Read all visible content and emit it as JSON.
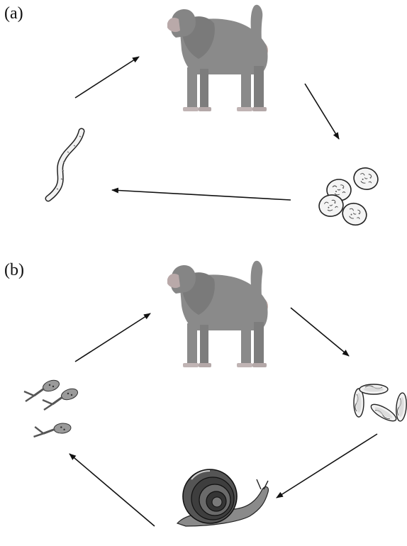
{
  "panels": [
    {
      "label": "(a)",
      "cycle": [
        "baboon",
        "eggs",
        "larva"
      ]
    },
    {
      "label": "(b)",
      "cycle": [
        "baboon",
        "eggs",
        "snail",
        "cercariae"
      ]
    }
  ],
  "colors": {
    "animal_body": "#8a8a8a",
    "animal_shadow": "#6f6f6f",
    "animal_skin": "#b9a9a9",
    "arrow": "#111111",
    "outline": "#222222"
  },
  "icons": {
    "host": "baboon-icon",
    "egg": "egg-icon",
    "larva": "larva-icon",
    "snail": "snail-icon",
    "cercaria": "cercaria-icon"
  }
}
